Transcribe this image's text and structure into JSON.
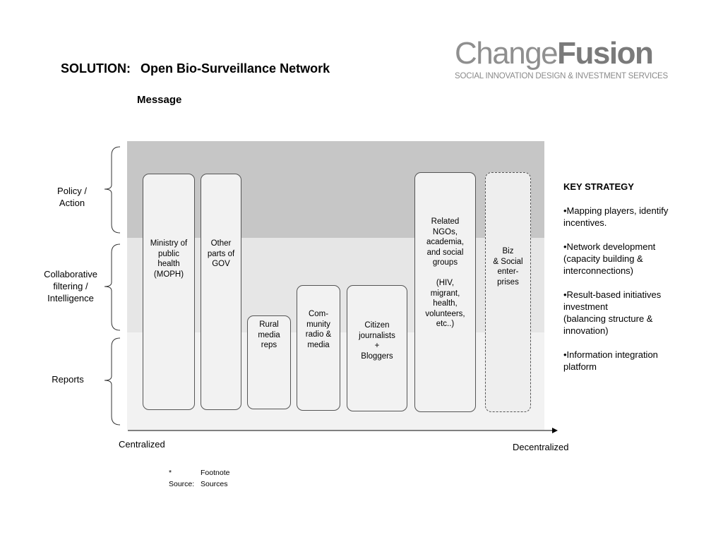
{
  "header": {
    "title_prefix": "SOLUTION:",
    "title": "Open Bio-Surveillance Network",
    "subtitle": "Message"
  },
  "logo": {
    "word_light": "Change",
    "word_bold": "Fusion",
    "tagline": "SOCIAL INNOVATION DESIGN & INVESTMENT SERVICES"
  },
  "rows": {
    "policy": "Policy /\nAction",
    "collab": "Collaborative\nfiltering /\nIntelligence",
    "reports": "Reports"
  },
  "boxes": {
    "moph": "Ministry of\npublic\nhealth\n(MOPH)",
    "gov": "Other\nparts of\nGOV",
    "rural": "Rural\nmedia\nreps",
    "radio": "Com-\nmunity\nradio &\nmedia",
    "citizen": "Citizen\njournalists\n+\nBloggers",
    "ngo": "Related\nNGOs,\nacademia,\nand social\ngroups\n\n(HIV,\nmigrant,\nhealth,\nvolunteers,\netc..)",
    "biz": "Biz\n& Social\nenter-\nprises"
  },
  "axis": {
    "left": "Centralized",
    "right": "Decentralized"
  },
  "strategy": {
    "heading": "KEY STRATEGY",
    "items": [
      "•Mapping players, identify\nincentives.",
      "•Network development\n(capacity building &\ninterconnections)",
      "•Result-based initiatives\ninvestment\n(balancing structure &\ninnovation)",
      "•Information integration\nplatform"
    ]
  },
  "footer": {
    "footnote_mark": "*",
    "footnote_text": "Footnote",
    "source_label": "Source:",
    "source_text": "Sources"
  }
}
